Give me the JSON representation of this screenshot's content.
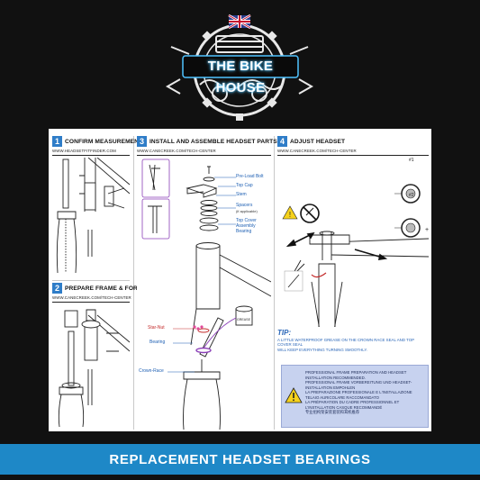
{
  "logo": {
    "text": "THE BIKE HOUSE"
  },
  "steps": [
    {
      "number": "1",
      "title": "CONFIRM MEASUREMENTS",
      "url": "WWW.HEADSETFITFINDER.COM"
    },
    {
      "number": "2",
      "title": "PREPARE FRAME & FORK",
      "url": "WWW.CANECREEK.COM/TECH-CENTER"
    },
    {
      "number": "3",
      "title": "INSTALL AND ASSEMBLE HEADSET PARTS",
      "url": "WWW.CANECREEK.COM/TECH-CENTER"
    },
    {
      "number": "4",
      "title": "ADJUST HEADSET",
      "url": "WWW.CANECREEK.COM/TECH-CENTER"
    }
  ],
  "parts_upper": [
    {
      "label": "Pre-Load Bolt"
    },
    {
      "label": "Top Cap"
    },
    {
      "label": "Stem"
    },
    {
      "label": "Spacers",
      "sub": "(if applicable)"
    },
    {
      "label": "Top Cover",
      "sub2": "Assembly",
      "sub3": "Bearing"
    }
  ],
  "parts_lower": [
    {
      "label": "Star-Nut"
    },
    {
      "label": "Bearing"
    },
    {
      "label": "Crown-Race"
    }
  ],
  "grease_label": "GREASE",
  "adjust": {
    "mark1": "#1",
    "mark2": "#2"
  },
  "tip": {
    "title": "TIP:",
    "body_line1": "A LITTLE WATERPROOF GREASE ON THE CROWN RACE SEAL AND TOP COVER SEAL",
    "body_line2": "WILL KEEP EVERYTHING TURNING SMOOTHLY."
  },
  "warning": {
    "lines": [
      "PROFESSIONAL FRAME PREPARATION AND HEADSET",
      "INSTALLATION RECOMMENDED.",
      "PROFESSIONAL FRAME VORBEREITUNG UND HEADSET-",
      "INSTALLATION EMPOHLEN",
      "LA PREPARAZIONE PROFESSIONALE E L'INSTALLAZIONE",
      "TELAIO AURICOLARE RACCOMANDATO",
      "LA PRÉPARATION DU CADRE PROFESSIONNEL ET",
      "L'INSTALLATION CASQUE RECOMMANDÉ",
      "专业组构架安装套装和耳机推荐"
    ]
  },
  "banner": {
    "text": "REPLACEMENT HEADSET BEARINGS"
  },
  "colors": {
    "accent_blue": "#1e88c7",
    "step_blue": "#2f7dc8",
    "warning_bg": "#c7d2ef",
    "part_red": "#c32a2a",
    "part_purple": "#8b3fb8"
  }
}
